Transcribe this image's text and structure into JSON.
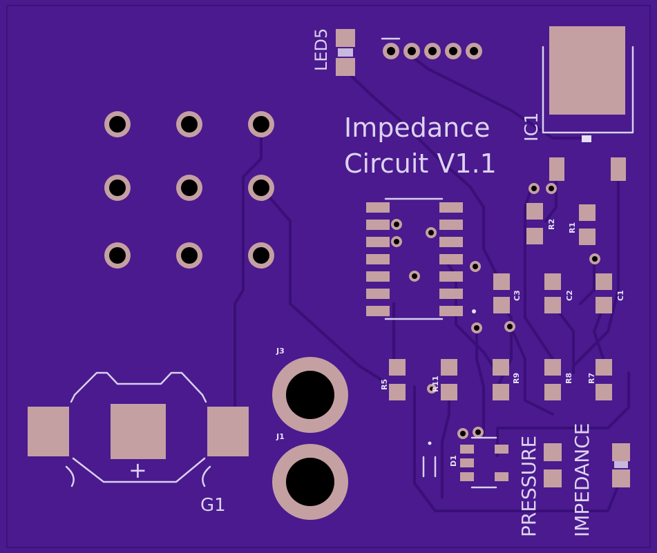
{
  "board": {
    "title_line1": "Impedance",
    "title_line2": "Circuit V1.1",
    "labels": {
      "led": "LED5",
      "ic": "IC1",
      "battery": "G1",
      "battery_plus": "+",
      "j3": "J3",
      "j1": "J1",
      "d1": "D1",
      "r2": "R2",
      "r1": "R1",
      "c3": "C3",
      "c2": "C2",
      "c1": "C1",
      "r5": "R5",
      "r11": "R11",
      "r9": "R9",
      "r8": "R8",
      "r7": "R7",
      "pressure": "PRESSURE",
      "impedance": "IMPEDANCE"
    },
    "colors": {
      "substrate": "#4a1a8e",
      "pad": "#c5a0a2",
      "silkscreen": "#d9d0ee",
      "trace": "#3a0f78"
    }
  }
}
